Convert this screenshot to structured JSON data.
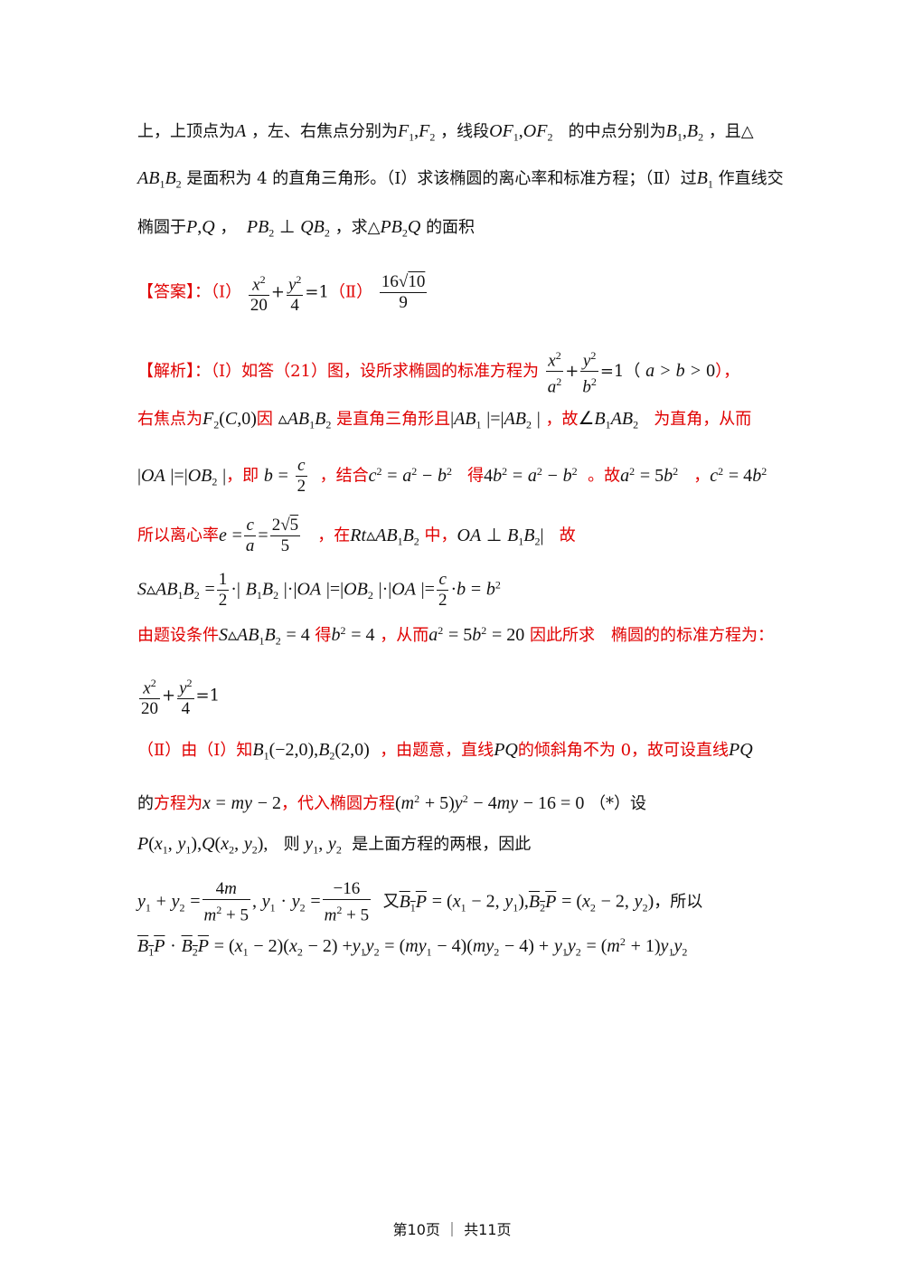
{
  "problem": {
    "l1a": "上，上顶点为",
    "l1b": "，左、右焦点分别为",
    "l1c": "，线段",
    "l1d": "的中点分别为",
    "l1e": "，且△",
    "l2a": "是面积为 4 的直角三角形。（Ⅰ）求该椭圆的离心率和标准方程；（Ⅱ）过",
    "l2b": "作直线交",
    "l3a": "椭圆于",
    "l3b": "，",
    "l3c": "，求△",
    "l3d": "的面积"
  },
  "answer": {
    "label": "【答案】",
    "part1": "：（Ⅰ）",
    "eq1": "=1",
    "part2": "（Ⅱ）"
  },
  "solution": {
    "label": "【解析】",
    "s1a": "：（Ⅰ）如答（21）图，设所求椭圆的标准方程为",
    "s1b": "=1（",
    "s1c": "），",
    "s2a": "右焦点为",
    "s2b": "因",
    "s2c": "是直角三角形且",
    "s2d": "，故",
    "s2e": "为直角，从而",
    "s3a": "，即",
    "s3b": "，结合",
    "s3c": "得",
    "s3d": "。故",
    "s3e": "，",
    "s4a": "所以离心率",
    "s4b": "，在",
    "s4c": "中，",
    "s4d": "故",
    "s6a": "由题设条件",
    "s6b": "得",
    "s6c": "，从而",
    "s6d": "因此所求　椭圆的的标准方程为：",
    "s7": "=1",
    "s8a": "（Ⅱ）由（Ⅰ）知",
    "s8b": "，由题意，直线",
    "s8c": "的倾斜角不为 0，故可设直线",
    "s9a": "的",
    "s9b": "方程为",
    "s9c": "，代入椭圆方程",
    "s9d": "（*）设",
    "s10a": "则",
    "s10b": "是上面方程的两根，因此",
    "s11a": "又",
    "s11b": "，所以"
  },
  "footer": {
    "text": "第10页 ｜ 共11页"
  }
}
